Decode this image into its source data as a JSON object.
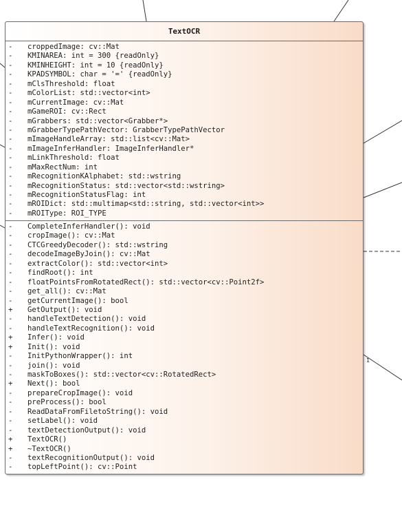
{
  "class": {
    "name": "TextOCR",
    "attributes": [
      {
        "vis": "-",
        "text": "croppedImage: cv::Mat"
      },
      {
        "vis": "-",
        "text": "KMINAREA: int = 300 {readOnly}"
      },
      {
        "vis": "-",
        "text": "KMINHEIGHT: int = 10 {readOnly}"
      },
      {
        "vis": "-",
        "text": "KPADSYMBOL: char = '=' {readOnly}"
      },
      {
        "vis": "-",
        "text": "mClsThreshold: float"
      },
      {
        "vis": "-",
        "text": "mColorList: std::vector<int>"
      },
      {
        "vis": "-",
        "text": "mCurrentImage: cv::Mat"
      },
      {
        "vis": "-",
        "text": "mGameROI: cv::Rect"
      },
      {
        "vis": "-",
        "text": "mGrabbers: std::vector<Grabber*>"
      },
      {
        "vis": "-",
        "text": "mGrabberTypePathVector: GrabberTypePathVector"
      },
      {
        "vis": "-",
        "text": "mImageHandleArray: std::list<cv::Mat>"
      },
      {
        "vis": "-",
        "text": "mImageInferHandler: ImageInferHandler*"
      },
      {
        "vis": "-",
        "text": "mLinkThreshold: float"
      },
      {
        "vis": "-",
        "text": "mMaxRectNum: int"
      },
      {
        "vis": "-",
        "text": "mRecognitionKAlphabet: std::wstring"
      },
      {
        "vis": "-",
        "text": "mRecognitionStatus: std::vector<std::wstring>"
      },
      {
        "vis": "-",
        "text": "mRecognitionStatusFlag: int"
      },
      {
        "vis": "-",
        "text": "mROIDict: std::multimap<std::string, std::vector<int>>"
      },
      {
        "vis": "-",
        "text": "mROIType: ROI_TYPE"
      }
    ],
    "operations": [
      {
        "vis": "-",
        "text": "CompleteInferHandler(): void"
      },
      {
        "vis": "-",
        "text": "cropImage(): cv::Mat"
      },
      {
        "vis": "-",
        "text": "CTCGreedyDecoder(): std::wstring"
      },
      {
        "vis": "-",
        "text": "decodeImageByJoin(): cv::Mat"
      },
      {
        "vis": "-",
        "text": "extractColor(): std::vector<int>"
      },
      {
        "vis": "-",
        "text": "findRoot(): int"
      },
      {
        "vis": "-",
        "text": "floatPointsFromRotatedRect(): std::vector<cv::Point2f>"
      },
      {
        "vis": "-",
        "text": "get_all(): cv::Mat"
      },
      {
        "vis": "-",
        "text": "getCurrentImage(): bool"
      },
      {
        "vis": "+",
        "text": "GetOutput(): void"
      },
      {
        "vis": "-",
        "text": "handleTextDetection(): void"
      },
      {
        "vis": "-",
        "text": "handleTextRecognition(): void"
      },
      {
        "vis": "+",
        "text": "Infer(): void"
      },
      {
        "vis": "+",
        "text": "Init(): void"
      },
      {
        "vis": "-",
        "text": "InitPythonWrapper(): int"
      },
      {
        "vis": "-",
        "text": "join(): void"
      },
      {
        "vis": "-",
        "text": "maskToBoxes(): std::vector<cv::RotatedRect>"
      },
      {
        "vis": "+",
        "text": "Next(): bool"
      },
      {
        "vis": "-",
        "text": "prepareCropImage(): void"
      },
      {
        "vis": "-",
        "text": "preProcess(): bool"
      },
      {
        "vis": "-",
        "text": "ReadDataFromFiletoString(): void"
      },
      {
        "vis": "-",
        "text": "setLabel(): void"
      },
      {
        "vis": "-",
        "text": "textDetectionOutput(): void"
      },
      {
        "vis": "+",
        "text": "TextOCR()"
      },
      {
        "vis": "+",
        "text": "~TextOCR()"
      },
      {
        "vis": "-",
        "text": "textRecognitionOutput(): void"
      },
      {
        "vis": "-",
        "text": "topLeftPoint(): cv::Point"
      }
    ]
  },
  "multiplicity": "1",
  "colors": {
    "border": "#6a6a6a",
    "fill_start": "#ffffff",
    "fill_end": "#f9dcc8",
    "text": "#1e1e1e",
    "connector": "#333333"
  }
}
